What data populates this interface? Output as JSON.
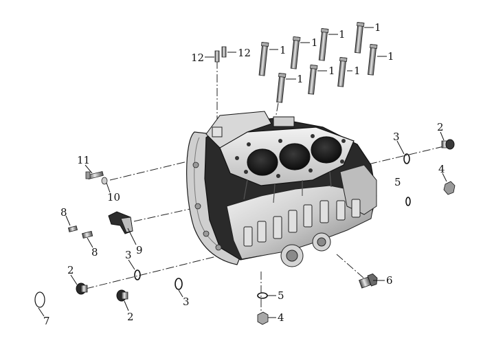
{
  "diagram": {
    "callouts": [
      {
        "id": "c1a",
        "text": "1"
      },
      {
        "id": "c1b",
        "text": "1"
      },
      {
        "id": "c1c",
        "text": "1"
      },
      {
        "id": "c1d",
        "text": "1"
      },
      {
        "id": "c1e",
        "text": "1"
      },
      {
        "id": "c1f",
        "text": "1"
      },
      {
        "id": "c1g",
        "text": "1"
      },
      {
        "id": "c1h",
        "text": "1"
      },
      {
        "id": "c12a",
        "text": "12"
      },
      {
        "id": "c12b",
        "text": "12"
      },
      {
        "id": "c2a",
        "text": "2"
      },
      {
        "id": "c2b",
        "text": "2"
      },
      {
        "id": "c2c",
        "text": "2"
      },
      {
        "id": "c3a",
        "text": "3"
      },
      {
        "id": "c3b",
        "text": "3"
      },
      {
        "id": "c3c",
        "text": "3"
      },
      {
        "id": "c4a",
        "text": "4"
      },
      {
        "id": "c4b",
        "text": "4"
      },
      {
        "id": "c5a",
        "text": "5"
      },
      {
        "id": "c5b",
        "text": "5"
      },
      {
        "id": "c6",
        "text": "6"
      },
      {
        "id": "c7",
        "text": "7"
      },
      {
        "id": "c8a",
        "text": "8"
      },
      {
        "id": "c8b",
        "text": "8"
      },
      {
        "id": "c9",
        "text": "9"
      },
      {
        "id": "c10",
        "text": "10"
      },
      {
        "id": "c11",
        "text": "11"
      }
    ],
    "colors": {
      "line": "#111111",
      "metal_light": "#e6e6e6",
      "metal_mid": "#b9b9b9",
      "metal_dark": "#5e5e5e",
      "shadow": "#1e1e1e"
    }
  }
}
